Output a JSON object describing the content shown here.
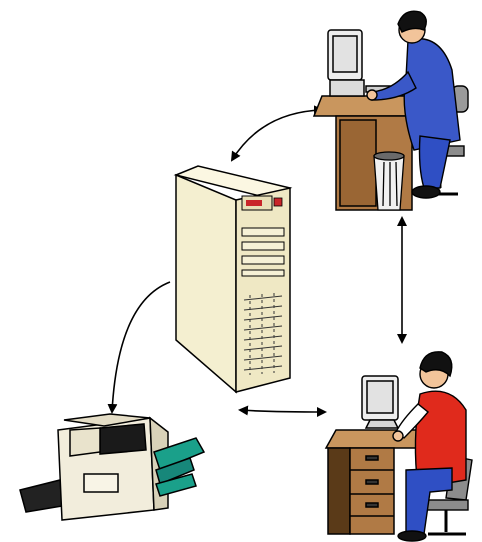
{
  "diagram": {
    "nodes": [
      {
        "id": "server",
        "kind": "server-tower"
      },
      {
        "id": "workstation-top",
        "kind": "user-at-desk",
        "shirt_color": "#3a58c8"
      },
      {
        "id": "workstation-bottom",
        "kind": "user-at-desk",
        "shirt_color": "#e02a1c"
      },
      {
        "id": "printer",
        "kind": "laser-printer",
        "accent_color": "#1aa08a"
      }
    ],
    "connections": [
      {
        "from": "server",
        "to": "workstation-top",
        "arrows": "both"
      },
      {
        "from": "workstation-top",
        "to": "workstation-bottom",
        "arrows": "both"
      },
      {
        "from": "server",
        "to": "workstation-bottom",
        "arrows": "both"
      },
      {
        "from": "server",
        "to": "printer",
        "arrows": "end"
      }
    ],
    "colors": {
      "server_body": "#f4efd0",
      "desk": "#b07a45",
      "desk_dark": "#7a4f22",
      "skin": "#f2c49a",
      "trousers": "#2f4fc4",
      "monitor": "#ededed"
    }
  }
}
